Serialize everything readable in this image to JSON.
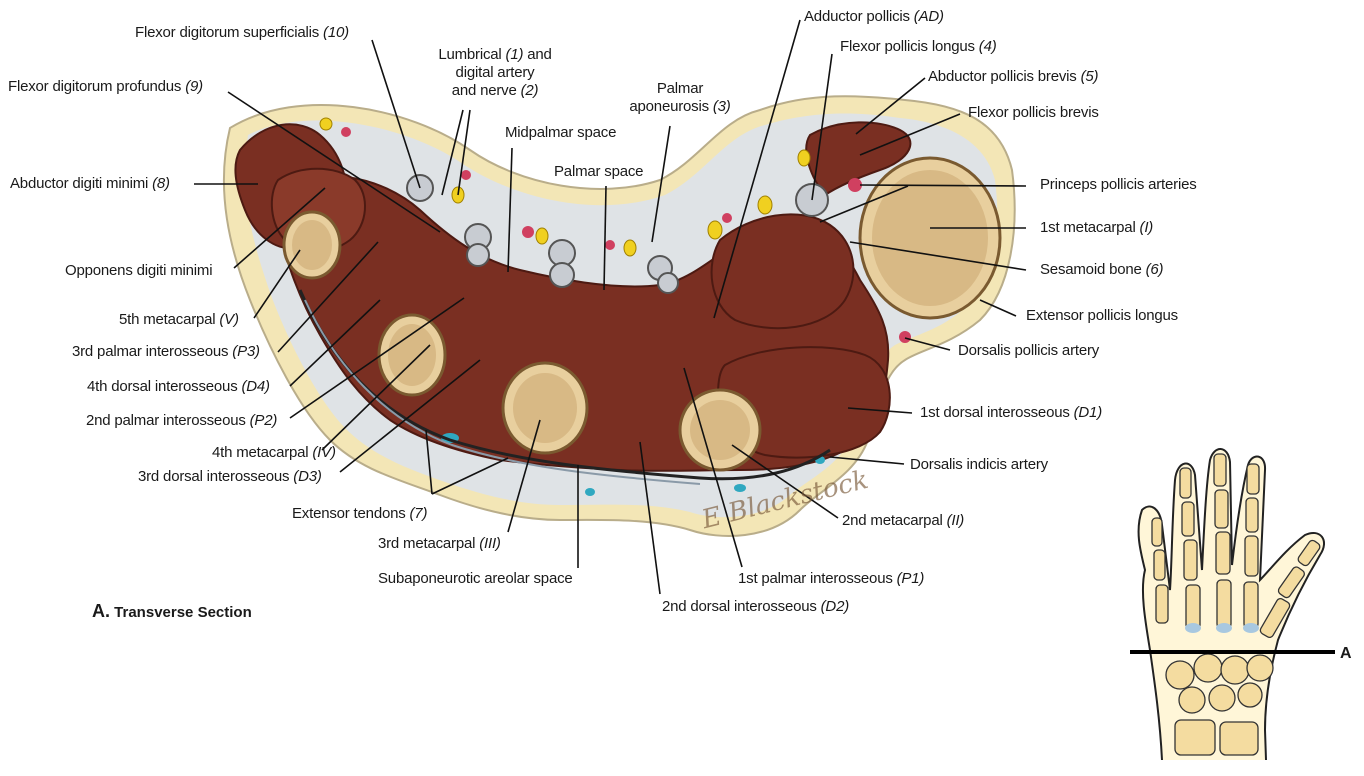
{
  "figure": {
    "caption_letter": "A.",
    "caption_text": "Transverse Section",
    "section_marker": "A"
  },
  "signature": "E Blackstock",
  "labels": {
    "fds": {
      "text": "Flexor digitorum superficialis ",
      "num": "(10)"
    },
    "fdp": {
      "text": "Flexor digitorum profundus ",
      "num": "(9)"
    },
    "lumbrical_l1": {
      "text": "Lumbrical ",
      "num": "(1)",
      "tail": " and"
    },
    "lumbrical_l2": {
      "text": "digital artery"
    },
    "lumbrical_l3": {
      "text": "and nerve ",
      "num": "(2)"
    },
    "midpalmar": {
      "text": "Midpalmar space"
    },
    "palmar_apo_l1": {
      "text": "Palmar"
    },
    "palmar_apo_l2": {
      "text": "aponeurosis ",
      "num": "(3)"
    },
    "palmar_space": {
      "text": "Palmar space"
    },
    "adductor_pollicis": {
      "text": "Adductor pollicis ",
      "num": "(AD)"
    },
    "fpl": {
      "text": "Flexor pollicis longus ",
      "num": "(4)"
    },
    "apb": {
      "text": "Abductor pollicis brevis ",
      "num": "(5)"
    },
    "fpb": {
      "text": "Flexor pollicis brevis"
    },
    "princeps": {
      "text": "Princeps pollicis arteries"
    },
    "mc1": {
      "text": "1st metacarpal ",
      "num": "(I)"
    },
    "sesamoid": {
      "text": "Sesamoid bone ",
      "num": "(6)"
    },
    "epl": {
      "text": "Extensor pollicis longus"
    },
    "dorsalis_pollicis": {
      "text": "Dorsalis pollicis artery"
    },
    "d1": {
      "text": "1st dorsal interosseous ",
      "num": "(D1)"
    },
    "dorsalis_indicis": {
      "text": "Dorsalis indicis artery"
    },
    "mc2": {
      "text": "2nd metacarpal ",
      "num": "(II)"
    },
    "p1": {
      "text": "1st palmar interosseous ",
      "num": "(P1)"
    },
    "d2": {
      "text": "2nd dorsal interosseous ",
      "num": "(D2)"
    },
    "subaponeurotic": {
      "text": "Subaponeurotic areolar space"
    },
    "mc3": {
      "text": "3rd metacarpal ",
      "num": "(III)"
    },
    "extensor_tendons": {
      "text": "Extensor tendons ",
      "num": "(7)"
    },
    "d3": {
      "text": "3rd dorsal interosseous ",
      "num": "(D3)"
    },
    "mc4": {
      "text": "4th metacarpal ",
      "num": "(IV)"
    },
    "p2": {
      "text": "2nd palmar interosseous ",
      "num": "(P2)"
    },
    "d4": {
      "text": "4th dorsal interosseous ",
      "num": "(D4)"
    },
    "p3": {
      "text": "3rd palmar interosseous ",
      "num": "(P3)"
    },
    "mc5": {
      "text": "5th metacarpal ",
      "num": "(V)"
    },
    "opponens": {
      "text": "Opponens digiti minimi"
    },
    "adm": {
      "text": "Abductor digiti minimi ",
      "num": "(8)"
    }
  },
  "colors": {
    "skin": "#f3e6b6",
    "fascia": "#dfe3e6",
    "muscle": "#7a2f22",
    "muscle_light": "#9a4535",
    "bone": "#e8cf9e",
    "bone_marrow": "#d8b985",
    "nerve": "#f0d020",
    "artery": "#d04060",
    "vein": "#30a8c0",
    "tendon": "#c8ccd2",
    "line": "#111111",
    "hand_fill": "#fff6d8",
    "hand_bone": "#f4dca0"
  }
}
